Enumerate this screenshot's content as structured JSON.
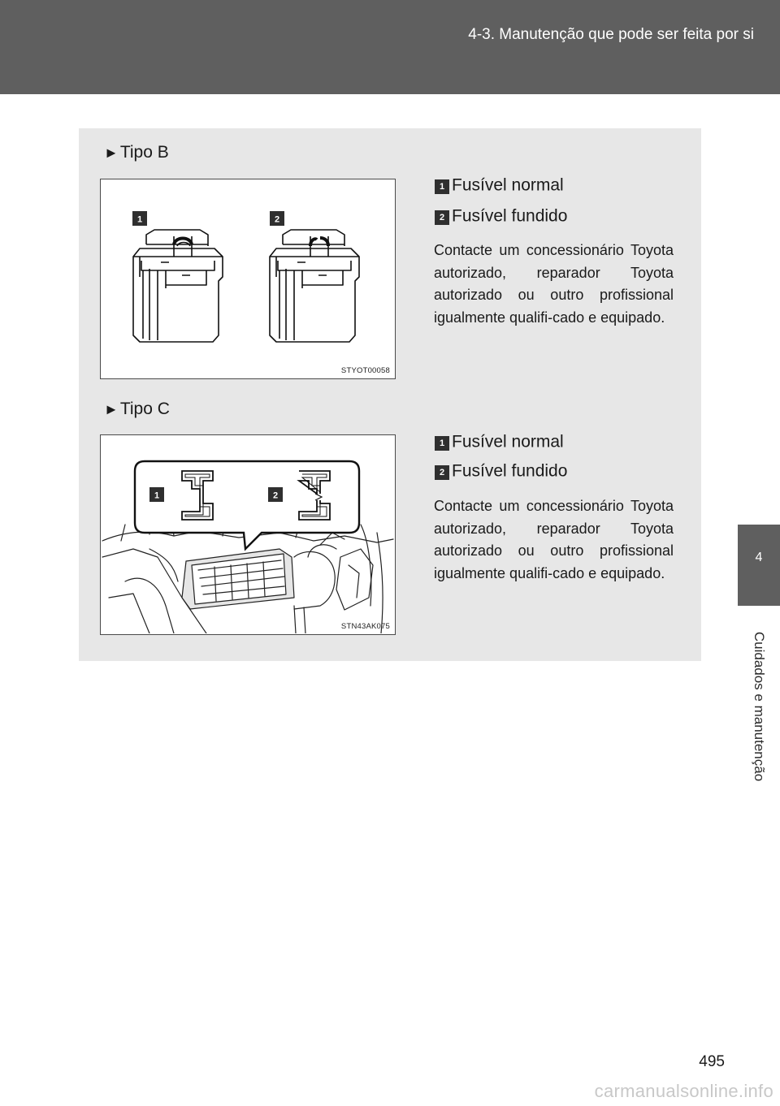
{
  "header": {
    "section_title": "4-3. Manutenção que pode ser feita por si"
  },
  "side_tab": {
    "number": "4",
    "label": "Cuidados e manutenção"
  },
  "sections": [
    {
      "heading": "Tipo B",
      "figure_code": "STYOT00058",
      "figure_callouts": [
        "1",
        "2"
      ],
      "items": [
        {
          "badge": "1",
          "label": "Fusível normal"
        },
        {
          "badge": "2",
          "label": "Fusível fundido"
        }
      ],
      "note": "Contacte um concessionário Toyota autorizado, reparador Toyota autorizado ou outro profissional igualmente qualifi-cado e equipado."
    },
    {
      "heading": "Tipo C",
      "figure_code": "STN43AK075",
      "figure_callouts": [
        "1",
        "2"
      ],
      "items": [
        {
          "badge": "1",
          "label": "Fusível normal"
        },
        {
          "badge": "2",
          "label": "Fusível fundido"
        }
      ],
      "note": "Contacte um concessionário Toyota autorizado, reparador Toyota autorizado ou outro profissional igualmente qualifi-cado e equipado."
    }
  ],
  "footer": {
    "page_number": "495",
    "watermark": "carmanualsonline.info"
  }
}
